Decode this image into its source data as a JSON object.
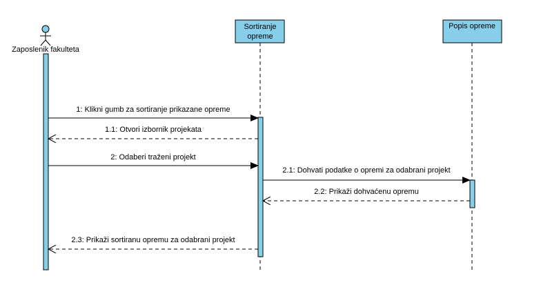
{
  "actor": {
    "name": "Zaposlenik fakulteta"
  },
  "lifelines": [
    {
      "id": "sort",
      "title_lines": [
        "Sortiranje",
        "opreme"
      ]
    },
    {
      "id": "popis",
      "title_lines": [
        "Popis opreme"
      ]
    }
  ],
  "messages": [
    {
      "label": "1: Klikni gumb za sortiranje prikazane opreme",
      "type": "sync"
    },
    {
      "label": "1.1: Otvori izbornik projekata",
      "type": "return"
    },
    {
      "label": "2: Odaberi traženi projekt",
      "type": "sync"
    },
    {
      "label": "2.1: Dohvati podatke o opremi za odabrani projekt",
      "type": "sync"
    },
    {
      "label": "2.2: Prikaži dohvaćenu opremu",
      "type": "return"
    },
    {
      "label": "2.3: Prikaži sortiranu opremu za odabrani projekt",
      "type": "return"
    }
  ],
  "colors": {
    "box_fill": "#87CEEB",
    "activation_fill": "#87CEEB",
    "line": "#000000"
  }
}
